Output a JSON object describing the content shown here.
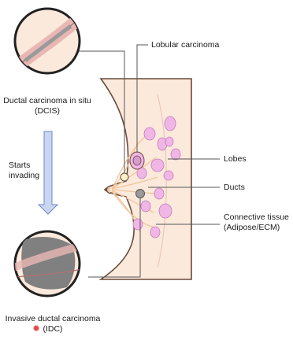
{
  "labels": {
    "dcis_line1": "Ductal carcinoma in situ",
    "dcis_line2": "(DCIS)",
    "starts_line1": "Starts",
    "starts_line2": "invading",
    "idc_line1": "Invasive ductal carcinoma",
    "idc_line2": "(IDC)",
    "lobular": "Lobular carcinoma",
    "lobes": "Lobes",
    "ducts": "Ducts",
    "connective_line1": "Connective tissue",
    "connective_line2": "(Adipose/ECM)"
  },
  "colors": {
    "skin": "#fbe9dc",
    "outline": "#6b4a3a",
    "lobe_fill": "#efb6e6",
    "lobe_stroke": "#c77bbb",
    "duct": "#f2c59c",
    "arrow_fill": "#c9d6f2",
    "arrow_stroke": "#6f86c4",
    "tumor": "#808080",
    "pointer_line": "#555555"
  }
}
